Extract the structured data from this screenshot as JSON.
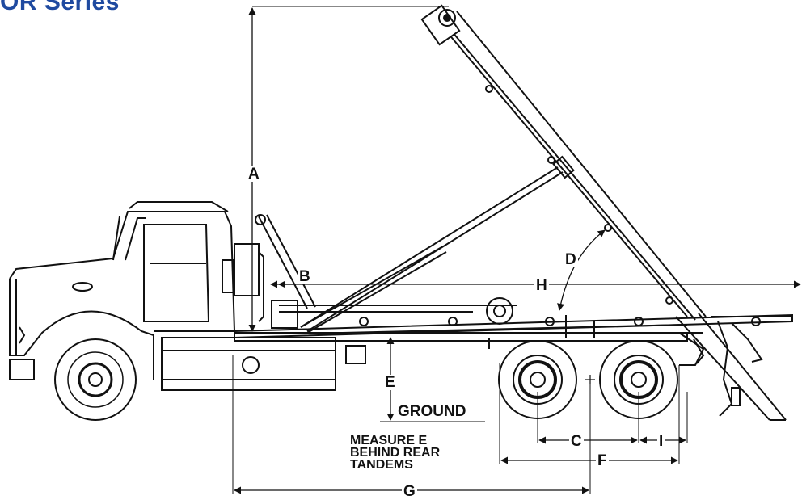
{
  "header": {
    "series_title": "OR Series"
  },
  "labels": {
    "A": "A",
    "B": "B",
    "C": "C",
    "D": "D",
    "E": "E",
    "F": "F",
    "G": "G",
    "H": "H",
    "I": "I",
    "ground": "GROUND",
    "measure_note": [
      "MEASURE E",
      "BEHIND REAR",
      "TANDEMS"
    ]
  },
  "colors": {
    "brand": "#1f4aa0",
    "line": "#111111",
    "background": "#ffffff"
  }
}
